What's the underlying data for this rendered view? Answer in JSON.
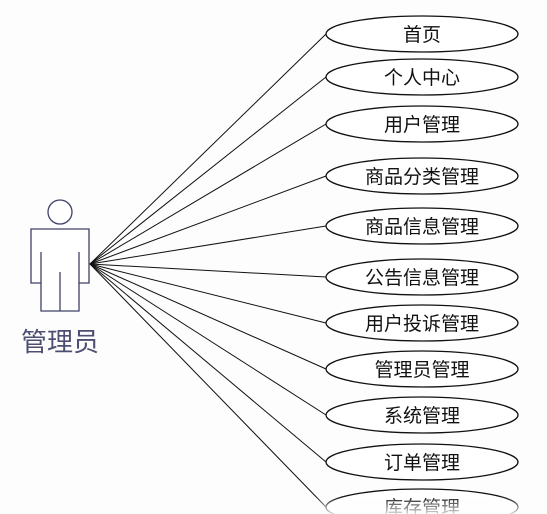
{
  "actor": {
    "name": "管理员",
    "icon": "person-icon",
    "line_color": "#3e4168"
  },
  "use_cases": [
    {
      "label": "首页"
    },
    {
      "label": "个人中心"
    },
    {
      "label": "用户管理"
    },
    {
      "label": "商品分类管理"
    },
    {
      "label": "商品信息管理"
    },
    {
      "label": "公告信息管理"
    },
    {
      "label": "用户投诉管理"
    },
    {
      "label": "管理员管理"
    },
    {
      "label": "系统管理"
    },
    {
      "label": "订单管理"
    },
    {
      "label": "库存管理",
      "partially_cut_off": true
    }
  ]
}
